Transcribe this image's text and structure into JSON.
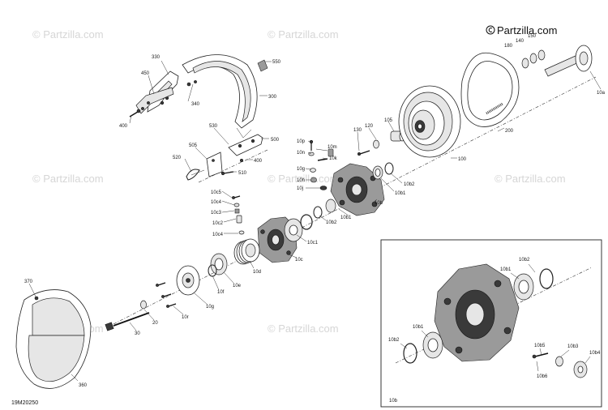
{
  "brand": {
    "text": "Partzilla.com",
    "icon": "copyright-icon"
  },
  "watermark": "© Partzilla.com",
  "drawing_code": "19M20250",
  "inset_label": "10b",
  "labels": {
    "l330": "330",
    "l450": "450",
    "l340": "340",
    "l400a": "400",
    "l550": "550",
    "l300": "300",
    "l530": "530",
    "l500": "500",
    "l505": "505",
    "l520": "520",
    "l400b": "400",
    "l510": "510",
    "l10p": "10p",
    "l10n": "10n",
    "l10m": "10m",
    "l10k": "10k",
    "l10g": "10g",
    "l10h": "10h",
    "l10j": "10j",
    "l130": "130",
    "l120": "120",
    "l105": "105",
    "l180": "180",
    "l140": "140",
    "l150": "150",
    "l10a": "10a",
    "l200": "200",
    "l100": "100",
    "l10b2a": "10b2",
    "l10b1a": "10b1",
    "l10b": "10b",
    "l10b1b": "10b1",
    "l10b2b": "10b2",
    "l10c5": "10c5",
    "l10c4a": "10c4",
    "l10c3": "10c3",
    "l10c2": "10c2",
    "l10c4b": "10c4",
    "l10c1": "10c1",
    "l10c": "10c",
    "l10d": "10d",
    "l10e": "10e",
    "l10f": "10f",
    "l10g2": "10g",
    "l10r": "10r",
    "l20": "20",
    "l30": "30",
    "l370": "370",
    "l360": "360",
    "i10b2a": "10b2",
    "i10b1a": "10b1",
    "i10b1b": "10b1",
    "i10b2b": "10b2",
    "i10b5": "10b5",
    "i10b3": "10b3",
    "i10b4": "10b4",
    "i10b6": "10b6"
  }
}
